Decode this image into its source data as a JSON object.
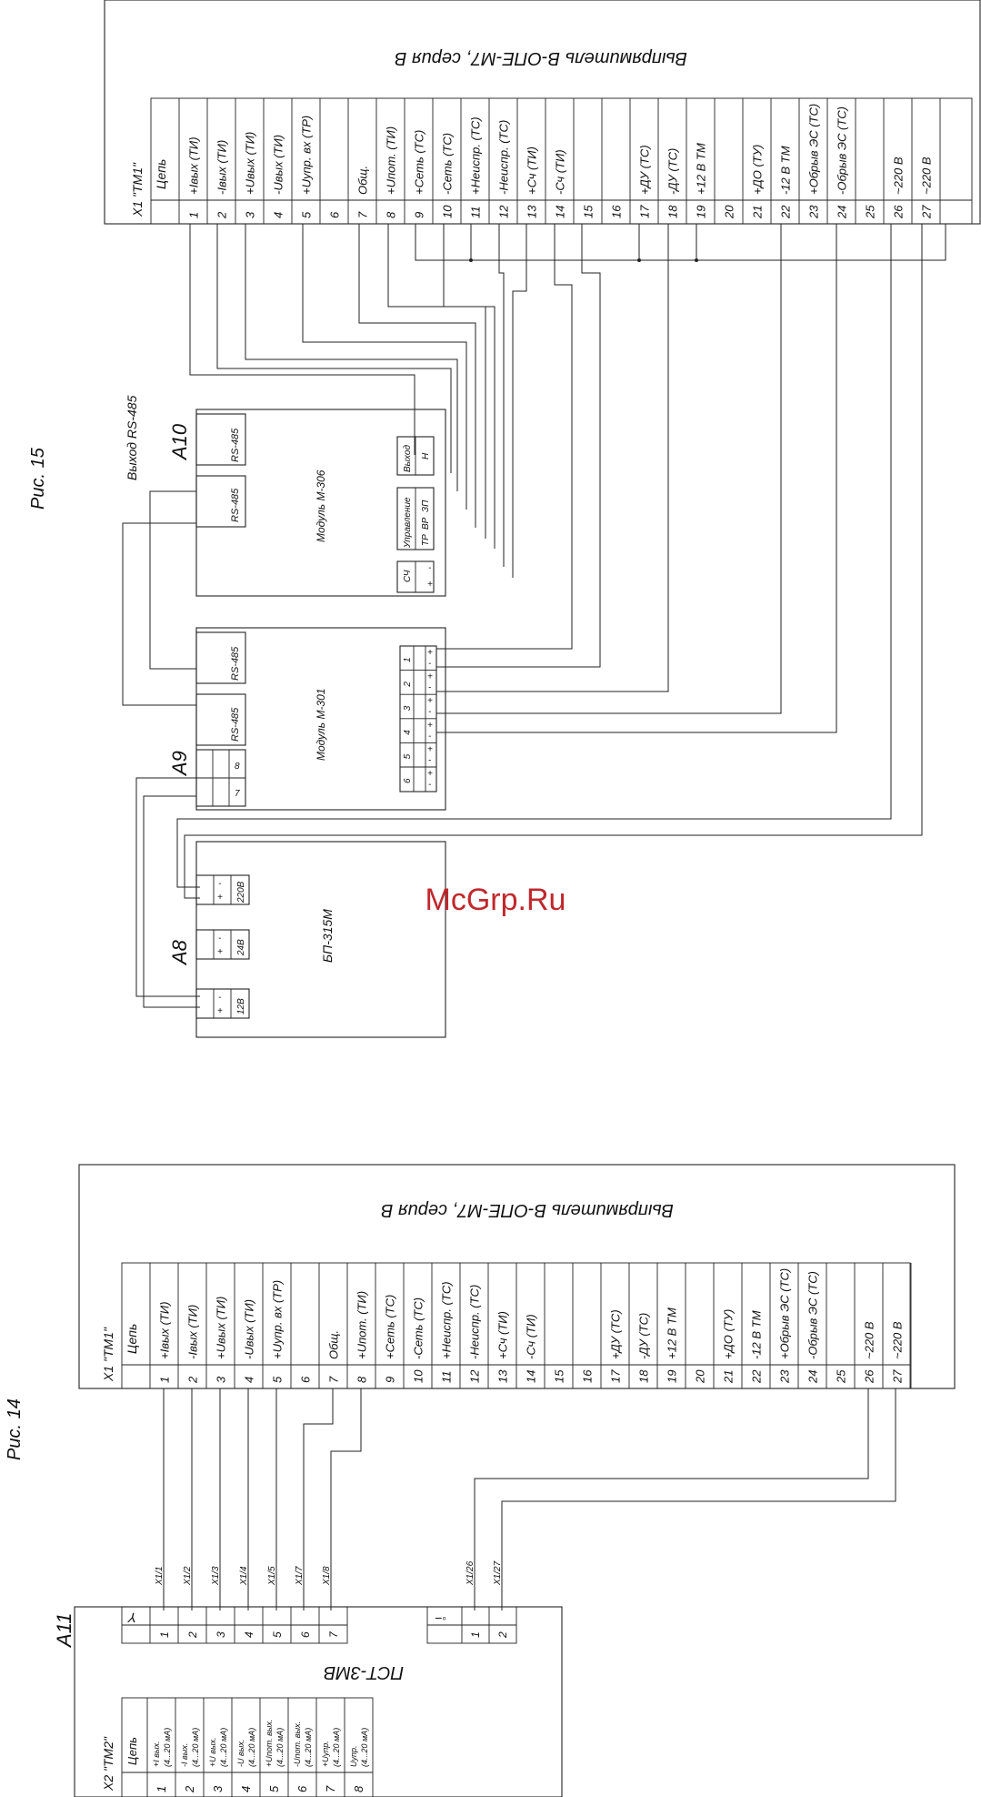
{
  "fig15": {
    "caption": "Рис. 15",
    "terminal_header": "X1  \"TM1\"",
    "device_title": "Выпрямитель В-ОПЕ-М7, серия В",
    "circuit_header": "Цепь",
    "terminals": [
      {
        "num": "1",
        "label": "+Iвых (ТИ)"
      },
      {
        "num": "2",
        "label": "-Iвых (ТИ)"
      },
      {
        "num": "3",
        "label": "+Uвых (ТИ)"
      },
      {
        "num": "4",
        "label": "-Uвых (ТИ)"
      },
      {
        "num": "5",
        "label": "+Uупр. вх (ТР)"
      },
      {
        "num": "6",
        "label": ""
      },
      {
        "num": "7",
        "label": "Общ."
      },
      {
        "num": "8",
        "label": "+Uпот. (ТИ)"
      },
      {
        "num": "9",
        "label": "+Сеть (ТС)"
      },
      {
        "num": "10",
        "label": "-Сеть (ТС)"
      },
      {
        "num": "11",
        "label": "+Неиспр. (ТС)"
      },
      {
        "num": "12",
        "label": "-Неиспр. (ТС)"
      },
      {
        "num": "13",
        "label": "+Сч (ТИ)"
      },
      {
        "num": "14",
        "label": "-Сч (ТИ)"
      },
      {
        "num": "15",
        "label": ""
      },
      {
        "num": "16",
        "label": ""
      },
      {
        "num": "17",
        "label": "+ДУ (ТС)"
      },
      {
        "num": "18",
        "label": "-ДУ (ТС)"
      },
      {
        "num": "19",
        "label": "+12 В ТМ"
      },
      {
        "num": "20",
        "label": ""
      },
      {
        "num": "21",
        "label": "+ДО (ТУ)"
      },
      {
        "num": "22",
        "label": "-12 В ТМ"
      },
      {
        "num": "23",
        "label": "+Обрыв ЭС (ТС)"
      },
      {
        "num": "24",
        "label": "-Обрыв ЭС (ТС)"
      },
      {
        "num": "25",
        "label": ""
      },
      {
        "num": "26",
        "label": "~220 В"
      },
      {
        "num": "27",
        "label": "~220 В"
      }
    ],
    "a10": {
      "ref": "A10",
      "output_label": "Выход RS-485",
      "module": "Модуль М-306",
      "port1": "RS-485",
      "port2": "RS-485",
      "vyhod": "Выход",
      "upravlenie": "Управление",
      "sch": "СЧ",
      "h": "H",
      "zp": "ЗП",
      "vp": "ВР",
      "tr": "ТР",
      "plus": "+",
      "minus": "-"
    },
    "a9": {
      "ref": "A9",
      "module": "Модуль М-301",
      "port1": "RS-485",
      "port2": "RS-485",
      "pin7": "7",
      "pin8": "8",
      "pins": [
        "1",
        "2",
        "3",
        "4",
        "5",
        "6"
      ],
      "plus": "+",
      "minus": "-"
    },
    "a8": {
      "ref": "A8",
      "module": "БП-315М",
      "v220": "220В",
      "v24": "24В",
      "v12": "12В",
      "plus": "+",
      "minus": "-"
    }
  },
  "fig14": {
    "caption": "Рис. 14",
    "terminal_header": "X1  \"TM1\"",
    "device_title": "Выпрямитель В-ОПЕ-М7, серия В",
    "circuit_header": "Цепь",
    "wire_labels": [
      "X1/1",
      "X1/2",
      "X1/3",
      "X1/4",
      "X1/5",
      "X1/7",
      "X1/8",
      "X1/26",
      "X1/27"
    ],
    "a11": {
      "ref": "A11",
      "module": "ПСТ-3МВ",
      "x2_header": "X2  \"TM2\"",
      "circuit_header": "Цепь",
      "pins": [
        "1",
        "2",
        "3",
        "4",
        "5",
        "6",
        "7",
        "8"
      ],
      "power_pins": [
        "1",
        "2"
      ],
      "x2_rows": [
        {
          "num": "1",
          "label": "+I вых.",
          "range": "(4...20 мА)"
        },
        {
          "num": "2",
          "label": "-I вых.",
          "range": "(4...20 мА)"
        },
        {
          "num": "3",
          "label": "+U вых.",
          "range": "(4...20 мА)"
        },
        {
          "num": "4",
          "label": "-U вых.",
          "range": "(4...20 мА)"
        },
        {
          "num": "5",
          "label": "+Uпот. вых.",
          "range": "(4...20 мА)"
        },
        {
          "num": "6",
          "label": "-Uпот. вых.",
          "range": "(4...20 мА)"
        },
        {
          "num": "7",
          "label": "+Uупр.",
          "range": "(4...20 мА)"
        },
        {
          "num": "8",
          "label": "Uупр.",
          "range": "(4...20 мА)"
        }
      ]
    }
  },
  "watermark": "McGrp.Ru"
}
